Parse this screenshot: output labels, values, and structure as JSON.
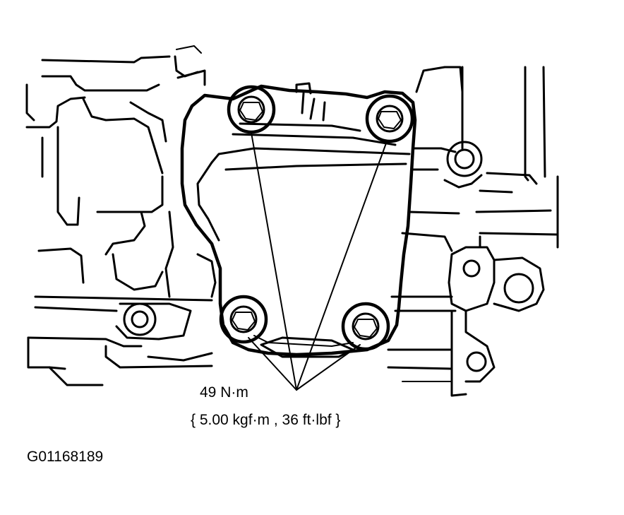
{
  "labels": {
    "torque_value": "49 N·m",
    "torque_alt": "{ 5.00 kgf·m , 36 ft·lbf }",
    "figure_id": "G01168189"
  },
  "colors": {
    "ink": "#000000",
    "paper": "#ffffff"
  }
}
